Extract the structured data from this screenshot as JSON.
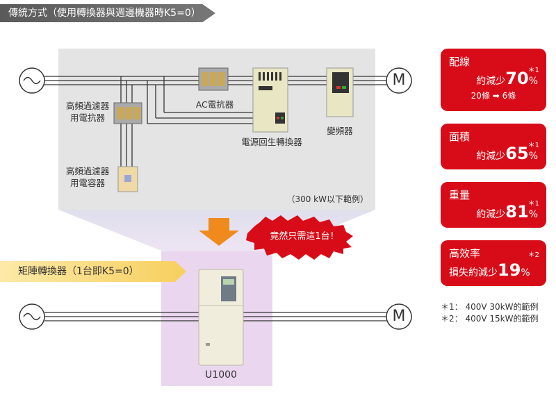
{
  "header_traditional": "傳統方式（使用轉換器與週邊機器時K5=0）",
  "header_matrix": "矩陣轉換器（1台即K5=0）",
  "labels": {
    "filter_reactor": "高頻過濾器\n用電抗器",
    "filter_capacitor": "高頻過濾器\n用電容器",
    "ac_reactor": "AC電抗器",
    "regen_converter": "電源回生轉換器",
    "inverter": "變頻器",
    "motor": "M",
    "range_note": "（300 kW以下範例）",
    "burst": "竟然只需這1台！",
    "product": "U1000"
  },
  "cards": [
    {
      "title": "配線",
      "prefix": "約減少",
      "value": "70",
      "unit": "%",
      "mark": "＊1",
      "sub_from": "20條",
      "sub_to": "6條"
    },
    {
      "title": "面積",
      "prefix": "約減少",
      "value": "65",
      "unit": "%",
      "mark": "＊1"
    },
    {
      "title": "重量",
      "prefix": "約減少",
      "value": "81",
      "unit": "%",
      "mark": "＊1"
    },
    {
      "title": "高效率",
      "prefix": "損失約減少",
      "value": "19",
      "unit": "%",
      "mark": "＊2"
    }
  ],
  "notes": [
    "＊1： 400V 30kW的範例",
    "＊2： 400V 15kW的範例"
  ],
  "colors": {
    "accent_red": "#d80c18",
    "arrow_orange": "#f08a1c",
    "device_beige": "#e9e6c4"
  }
}
